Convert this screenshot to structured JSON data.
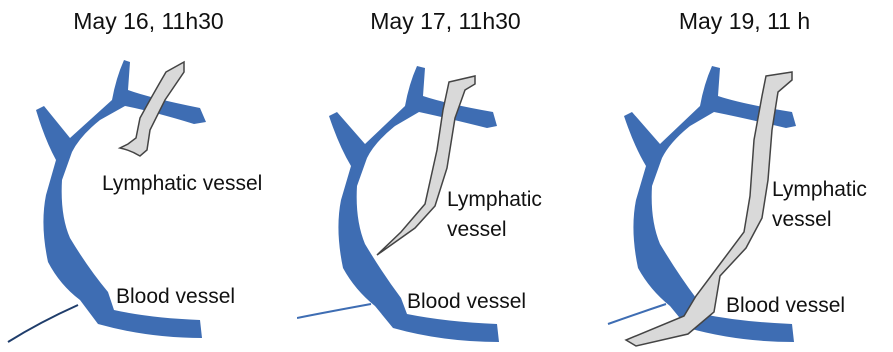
{
  "colors": {
    "blood_vessel": "#3e6db3",
    "blood_vessel_edge": "#1f3d6b",
    "lymphatic_fill": "#d9d9d9",
    "lymphatic_edge": "#444444"
  },
  "panels": [
    {
      "title": "May 16, 11h30",
      "lymph_label": "Lymphatic vessel",
      "blood_label": "Blood vessel"
    },
    {
      "title": "May 17, 11h30",
      "lymph_label_line1": "Lymphatic",
      "lymph_label_line2": "vessel",
      "blood_label": "Blood vessel"
    },
    {
      "title": "May 19, 11 h",
      "lymph_label_line1": "Lymphatic",
      "lymph_label_line2": "vessel",
      "blood_label": "Blood vessel"
    }
  ]
}
